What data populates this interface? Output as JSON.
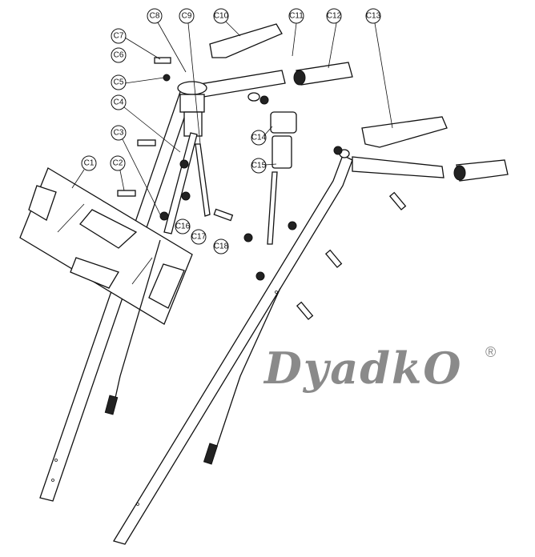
{
  "diagram": {
    "labels": [
      "C1",
      "C2",
      "C3",
      "C4",
      "C5",
      "C6",
      "C7",
      "C8",
      "C9",
      "C10",
      "C11",
      "C12",
      "C13",
      "C14",
      "C15",
      "C16",
      "C17",
      "C18"
    ]
  },
  "logo": {
    "text": "DyadkO",
    "mark": "®"
  },
  "colors": {
    "line": "#111111",
    "logo": "#8a8a8a"
  }
}
